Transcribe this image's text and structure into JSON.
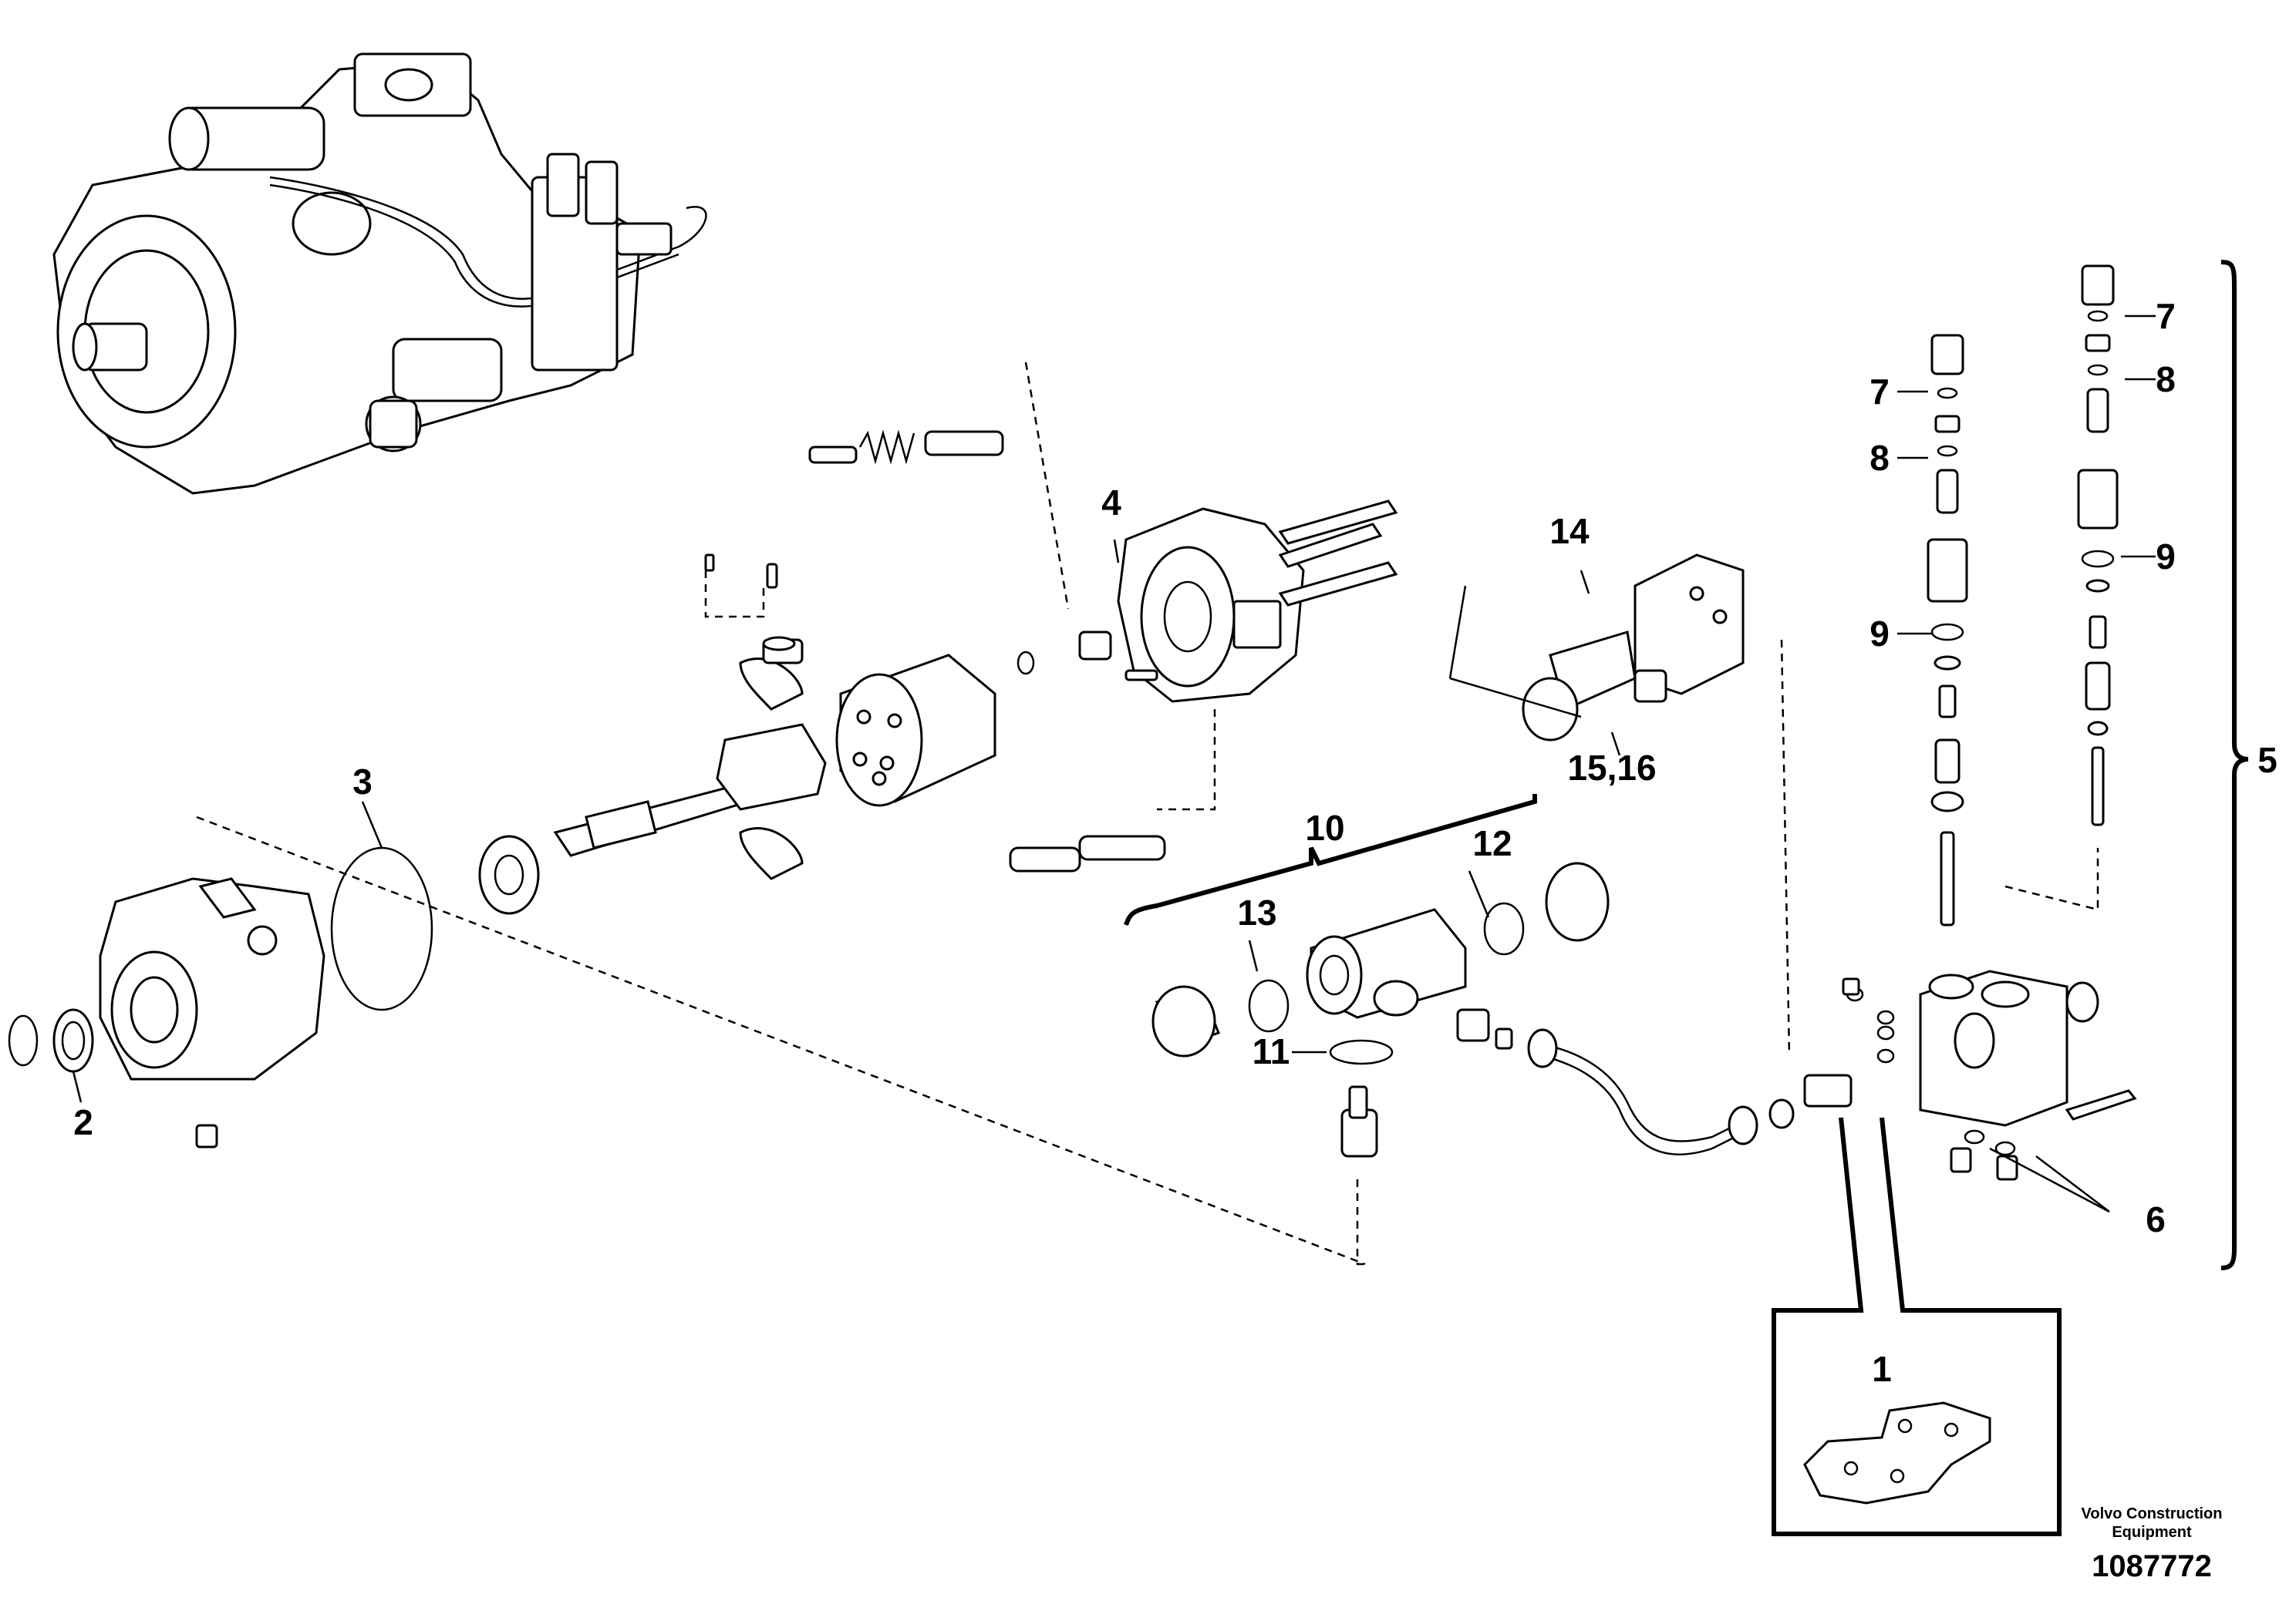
{
  "callouts": {
    "c1": "1",
    "c2": "2",
    "c3": "3",
    "c4": "4",
    "c5": "5",
    "c6": "6",
    "c7a": "7",
    "c7b": "7",
    "c8a": "8",
    "c8b": "8",
    "c9a": "9",
    "c9b": "9",
    "c10": "10",
    "c11": "11",
    "c12": "12",
    "c13": "13",
    "c14": "14",
    "c1516": "15,16"
  },
  "footer": {
    "brand_line1": "Volvo Construction",
    "brand_line2": "Equipment",
    "drawing_number": "1087772"
  }
}
